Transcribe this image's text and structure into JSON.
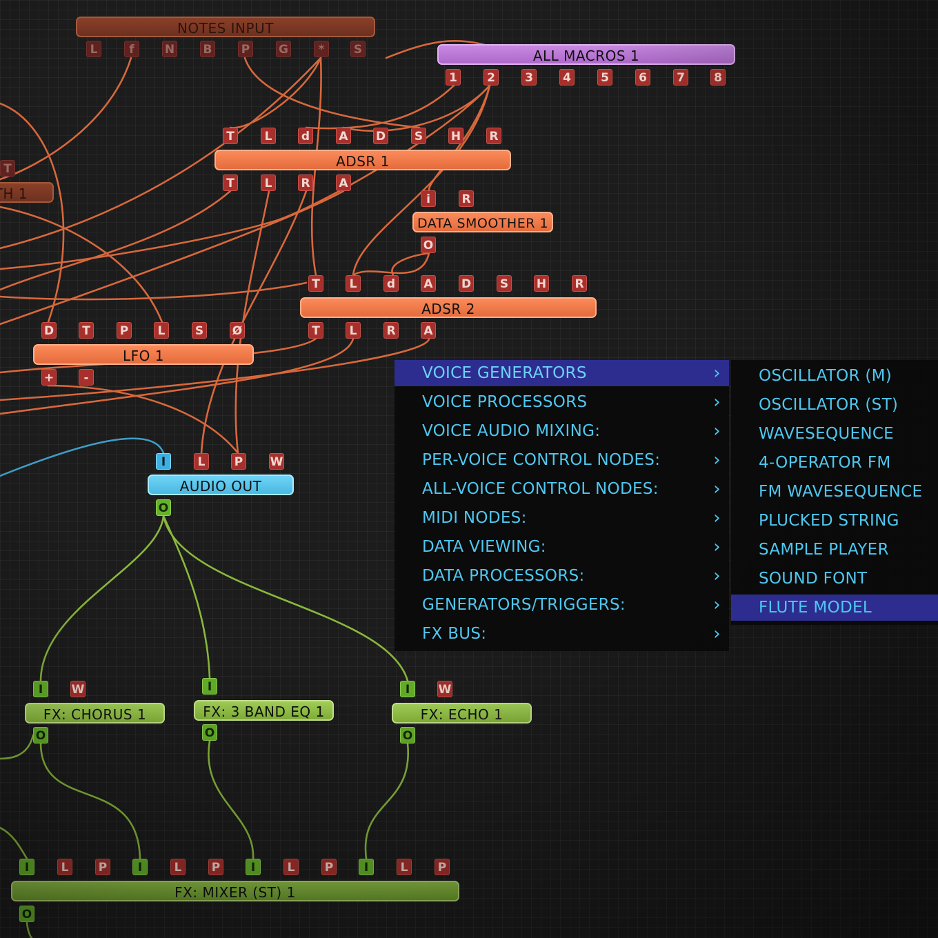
{
  "nodes": {
    "notes_input": {
      "title": "NOTES INPUT",
      "ports": [
        "L",
        "f",
        "N",
        "B",
        "P",
        "G",
        "*",
        "S"
      ]
    },
    "all_macros": {
      "title": "ALL MACROS 1",
      "ports": [
        "1",
        "2",
        "3",
        "4",
        "5",
        "6",
        "7",
        "8"
      ]
    },
    "adsr1": {
      "title": "ADSR 1",
      "inputs": [
        "T",
        "L",
        "d",
        "A",
        "D",
        "S",
        "H",
        "R"
      ],
      "outputs": [
        "T",
        "L",
        "R",
        "A"
      ]
    },
    "data_smoother": {
      "title": "DATA SMOOTHER 1",
      "inputs": [
        "i",
        "R"
      ],
      "outputs": [
        "O"
      ]
    },
    "adsr2": {
      "title": "ADSR 2",
      "inputs": [
        "T",
        "L",
        "d",
        "A",
        "D",
        "S",
        "H",
        "R"
      ],
      "outputs": [
        "T",
        "L",
        "R",
        "A"
      ]
    },
    "lfo1": {
      "title": "LFO 1",
      "inputs": [
        "D",
        "T",
        "P",
        "L",
        "S",
        "Ø"
      ],
      "outputs": [
        "+",
        "-"
      ]
    },
    "partial_left": {
      "title": "TH 1",
      "port": "T"
    },
    "audio_out": {
      "title": "AUDIO OUT",
      "inputs": [
        "I",
        "L",
        "P",
        "W"
      ],
      "outputs": [
        "O"
      ]
    },
    "fx_chorus": {
      "title": "FX: CHORUS 1",
      "inputs": [
        "I",
        "W"
      ],
      "outputs": [
        "O"
      ]
    },
    "fx_eq": {
      "title": "FX: 3 BAND EQ 1",
      "inputs": [
        "I"
      ],
      "outputs": [
        "O"
      ]
    },
    "fx_echo": {
      "title": "FX: ECHO 1",
      "inputs": [
        "I",
        "W"
      ],
      "outputs": [
        "O"
      ]
    },
    "fx_mixer": {
      "title": "FX: MIXER (ST) 1",
      "inputs": [
        "I",
        "L",
        "P",
        "I",
        "L",
        "P",
        "I",
        "L",
        "P",
        "I",
        "L",
        "P"
      ],
      "outputs": [
        "O"
      ]
    }
  },
  "menu": {
    "items": [
      "VOICE GENERATORS",
      "VOICE PROCESSORS",
      "VOICE AUDIO MIXING:",
      "PER-VOICE CONTROL NODES:",
      "ALL-VOICE CONTROL NODES:",
      "MIDI NODES:",
      "DATA VIEWING:",
      "DATA PROCESSORS:",
      "GENERATORS/TRIGGERS:",
      "FX BUS:"
    ],
    "active_index": 0,
    "chevron": "›"
  },
  "submenu": {
    "items": [
      "OSCILLATOR (M)",
      "OSCILLATOR (ST)",
      "WAVESEQUENCE",
      "4-OPERATOR FM",
      "FM WAVESEQUENCE",
      "PLUCKED STRING",
      "SAMPLE PLAYER",
      "SOUND FONT",
      "FLUTE MODEL"
    ],
    "active_index": 8
  },
  "colors": {
    "orange_wire": "#d8683c",
    "green_wire": "#8ab83c",
    "cyan_wire": "#3f9ec8",
    "menu_text": "#4fc7f0",
    "menu_highlight": "#2d2d90"
  }
}
